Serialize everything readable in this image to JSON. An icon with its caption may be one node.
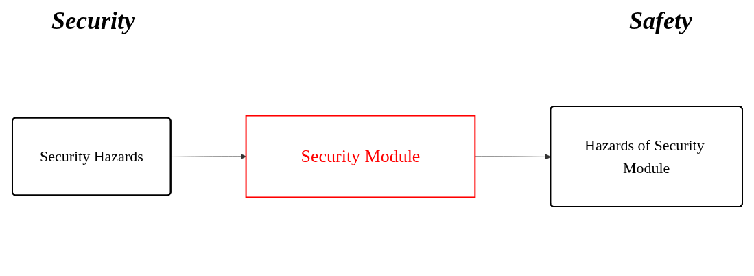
{
  "diagram": {
    "nodes": [
      {
        "text": [
          "Security Hazards"
        ]
      },
      {
        "text": [
          "Security Module"
        ]
      },
      {
        "text": [
          "Hazards of Security Module"
        ]
      }
    ],
    "edges": [
      {
        "from": 0,
        "to": 1,
        "arrow": "to"
      },
      {
        "from": 1,
        "to": 2,
        "arrow": "to"
      }
    ],
    "labels": [
      "Security",
      "Safety"
    ]
  }
}
